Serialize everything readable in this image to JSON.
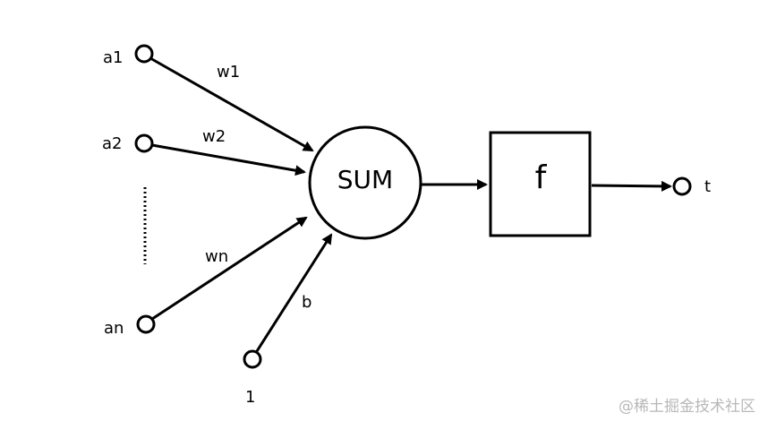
{
  "inputs": {
    "a1": "a1",
    "a2": "a2",
    "an": "an",
    "bias_input": "1"
  },
  "weights": {
    "w1": "w1",
    "w2": "w2",
    "wn": "wn",
    "b": "b"
  },
  "nodes": {
    "sum": "SUM",
    "activation": "f"
  },
  "output": {
    "t": "t"
  },
  "watermark": "@稀土掘金技术社区"
}
